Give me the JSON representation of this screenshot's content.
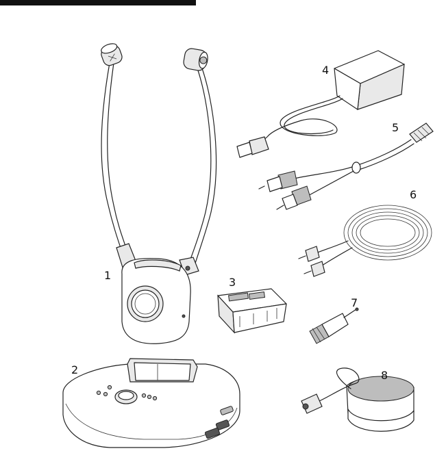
{
  "labels": {
    "headset": "1",
    "base_station": "2",
    "battery_pack": "3",
    "power_adapter": "4",
    "rca_adapter_cable": "5",
    "audio_cable": "6",
    "jack_adapter": "7",
    "optical_microphone": "8"
  },
  "colors": {
    "line": "#222222",
    "light_fill": "#e9e9e9",
    "mid_fill": "#bdbdbd",
    "dark_fill": "#555555",
    "background": "#ffffff"
  },
  "icons": [
    "headset-illustration",
    "base-station-illustration",
    "battery-pack-illustration",
    "power-adapter-illustration",
    "rca-cable-illustration",
    "audio-cable-illustration",
    "jack-adapter-illustration",
    "microphone-illustration"
  ]
}
